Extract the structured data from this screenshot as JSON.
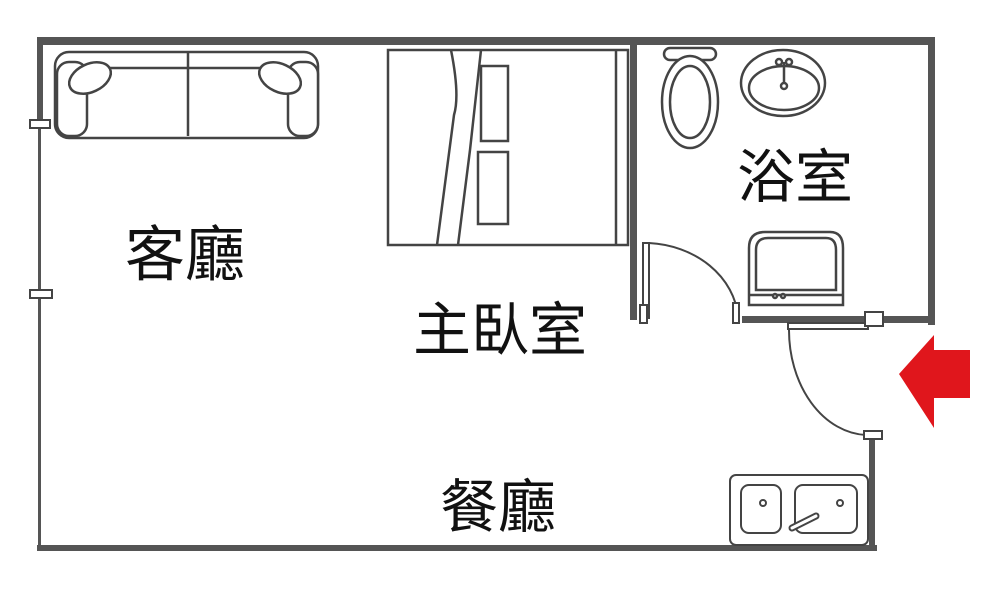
{
  "rooms": {
    "living_room": "客廳",
    "master_bedroom": "主臥室",
    "bathroom": "浴室",
    "dining_room": "餐廳"
  },
  "colors": {
    "wall": "#555555",
    "line": "#444444",
    "arrow": "#e0161c"
  },
  "icons": [
    "sofa-icon",
    "bed-icon",
    "toilet-icon",
    "washbasin-icon",
    "bathtub-icon",
    "kitchen-sink-icon",
    "entrance-arrow-icon"
  ]
}
